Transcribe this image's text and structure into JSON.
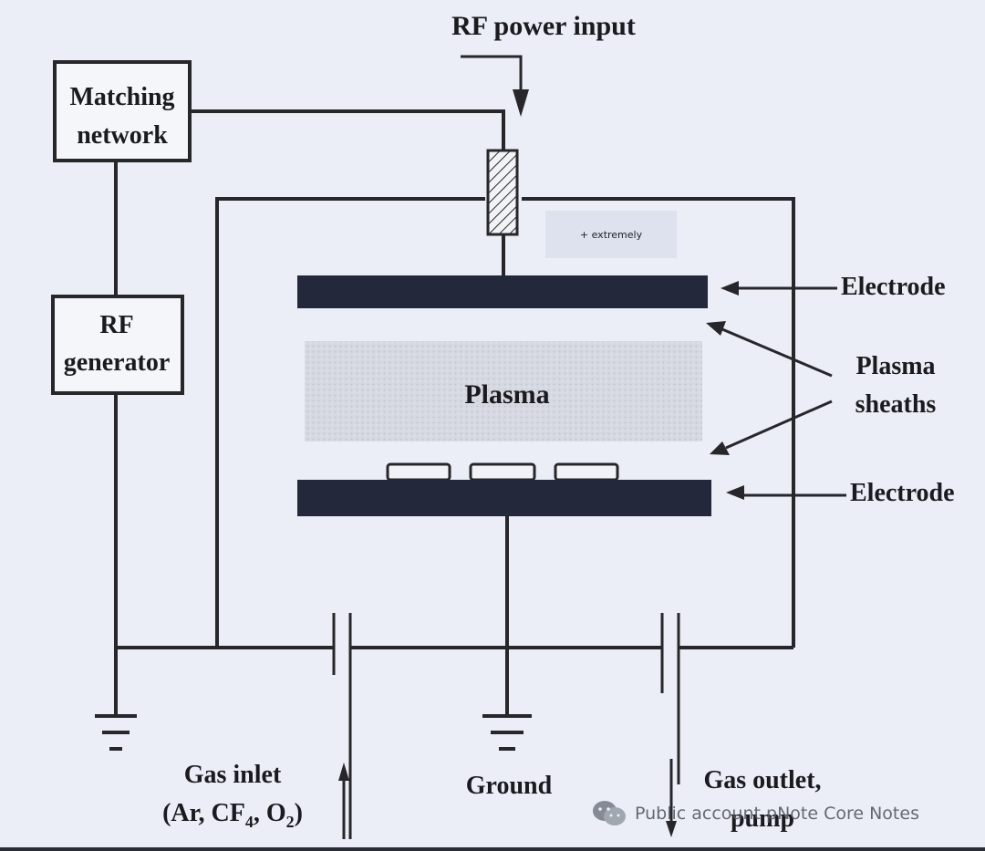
{
  "labels": {
    "rf_power_input": "RF power input",
    "matching_network_line1": "Matching",
    "matching_network_line2": "network",
    "rf_generator_line1": "RF",
    "rf_generator_line2": "generator",
    "electrode_top": "Electrode",
    "electrode_bottom": "Electrode",
    "plasma": "Plasma",
    "plasma_sheaths_line1": "Plasma",
    "plasma_sheaths_line2": "sheaths",
    "gas_inlet_line1": "Gas inlet",
    "gas_inlet_line2": "(Ar, CF",
    "gas_inlet_sub4": "4",
    "gas_inlet_mid": ", O",
    "gas_inlet_sub2": "2",
    "gas_inlet_end": ")",
    "ground": "Ground",
    "gas_outlet_line1": "Gas outlet,",
    "gas_outlet_line2": "pump"
  },
  "tooltip": {
    "text": "+ extremely"
  },
  "watermark": {
    "text": "Public account pNote Core Notes"
  },
  "colors": {
    "background": "#ebeef6",
    "electrode": "#23283a",
    "line": "#26262b",
    "plasma": "#cfd2da"
  }
}
